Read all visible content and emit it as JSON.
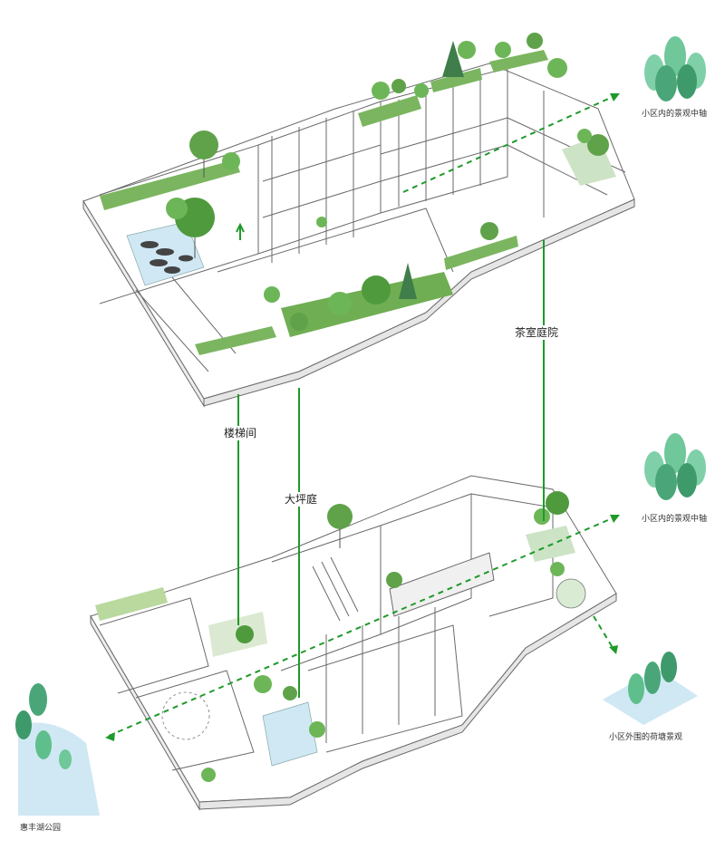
{
  "labels": {
    "stairwell": "楼梯间",
    "big_courtyard": "大坪庭",
    "tea_room_courtyard": "茶室庭院",
    "axis_upper": "小区内的景观中轴",
    "axis_lower": "小区内的景观中轴",
    "lotus_pond": "小区外围的荷塘景观",
    "huifeng_lake": "惠丰湖公园"
  },
  "colors": {
    "green_line": "#1f9a2a",
    "tree_light": "#6fc79a",
    "tree_dark": "#3e9a6a",
    "water": "#cfe8f4",
    "planter": "#7bb560",
    "outline": "#555555"
  }
}
